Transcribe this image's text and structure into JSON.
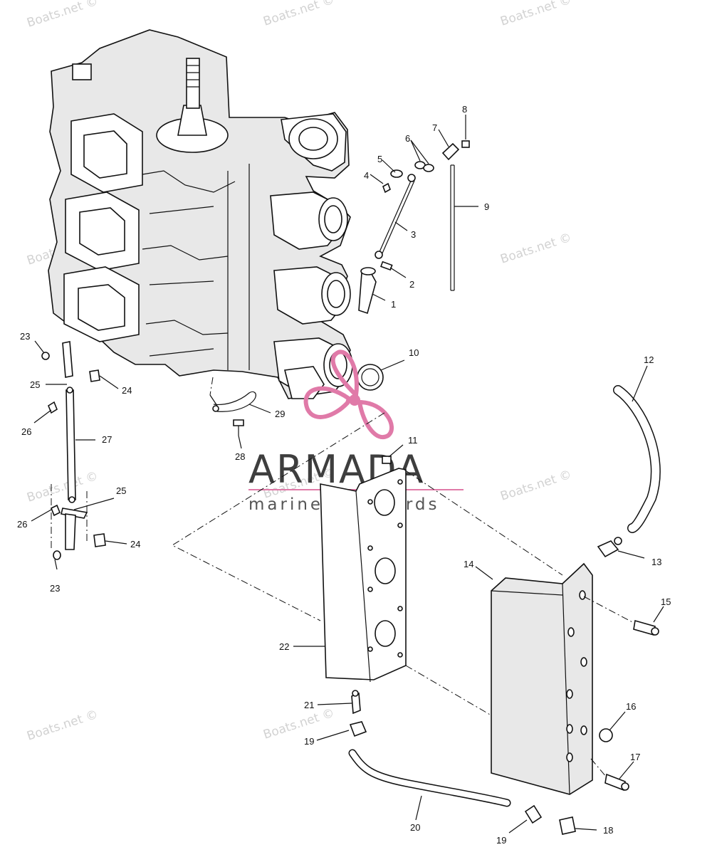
{
  "watermark": "Boats.net ©",
  "brand": {
    "name": "ARMADA",
    "tagline": "marine outboards",
    "color": "#e07aa8"
  },
  "callouts": [
    "1",
    "2",
    "3",
    "4",
    "5",
    "6",
    "7",
    "8",
    "9",
    "10",
    "11",
    "12",
    "13",
    "14",
    "15",
    "16",
    "17",
    "18",
    "19",
    "19",
    "20",
    "21",
    "22",
    "23",
    "23",
    "24",
    "24",
    "25",
    "25",
    "26",
    "26",
    "27",
    "28",
    "29"
  ]
}
